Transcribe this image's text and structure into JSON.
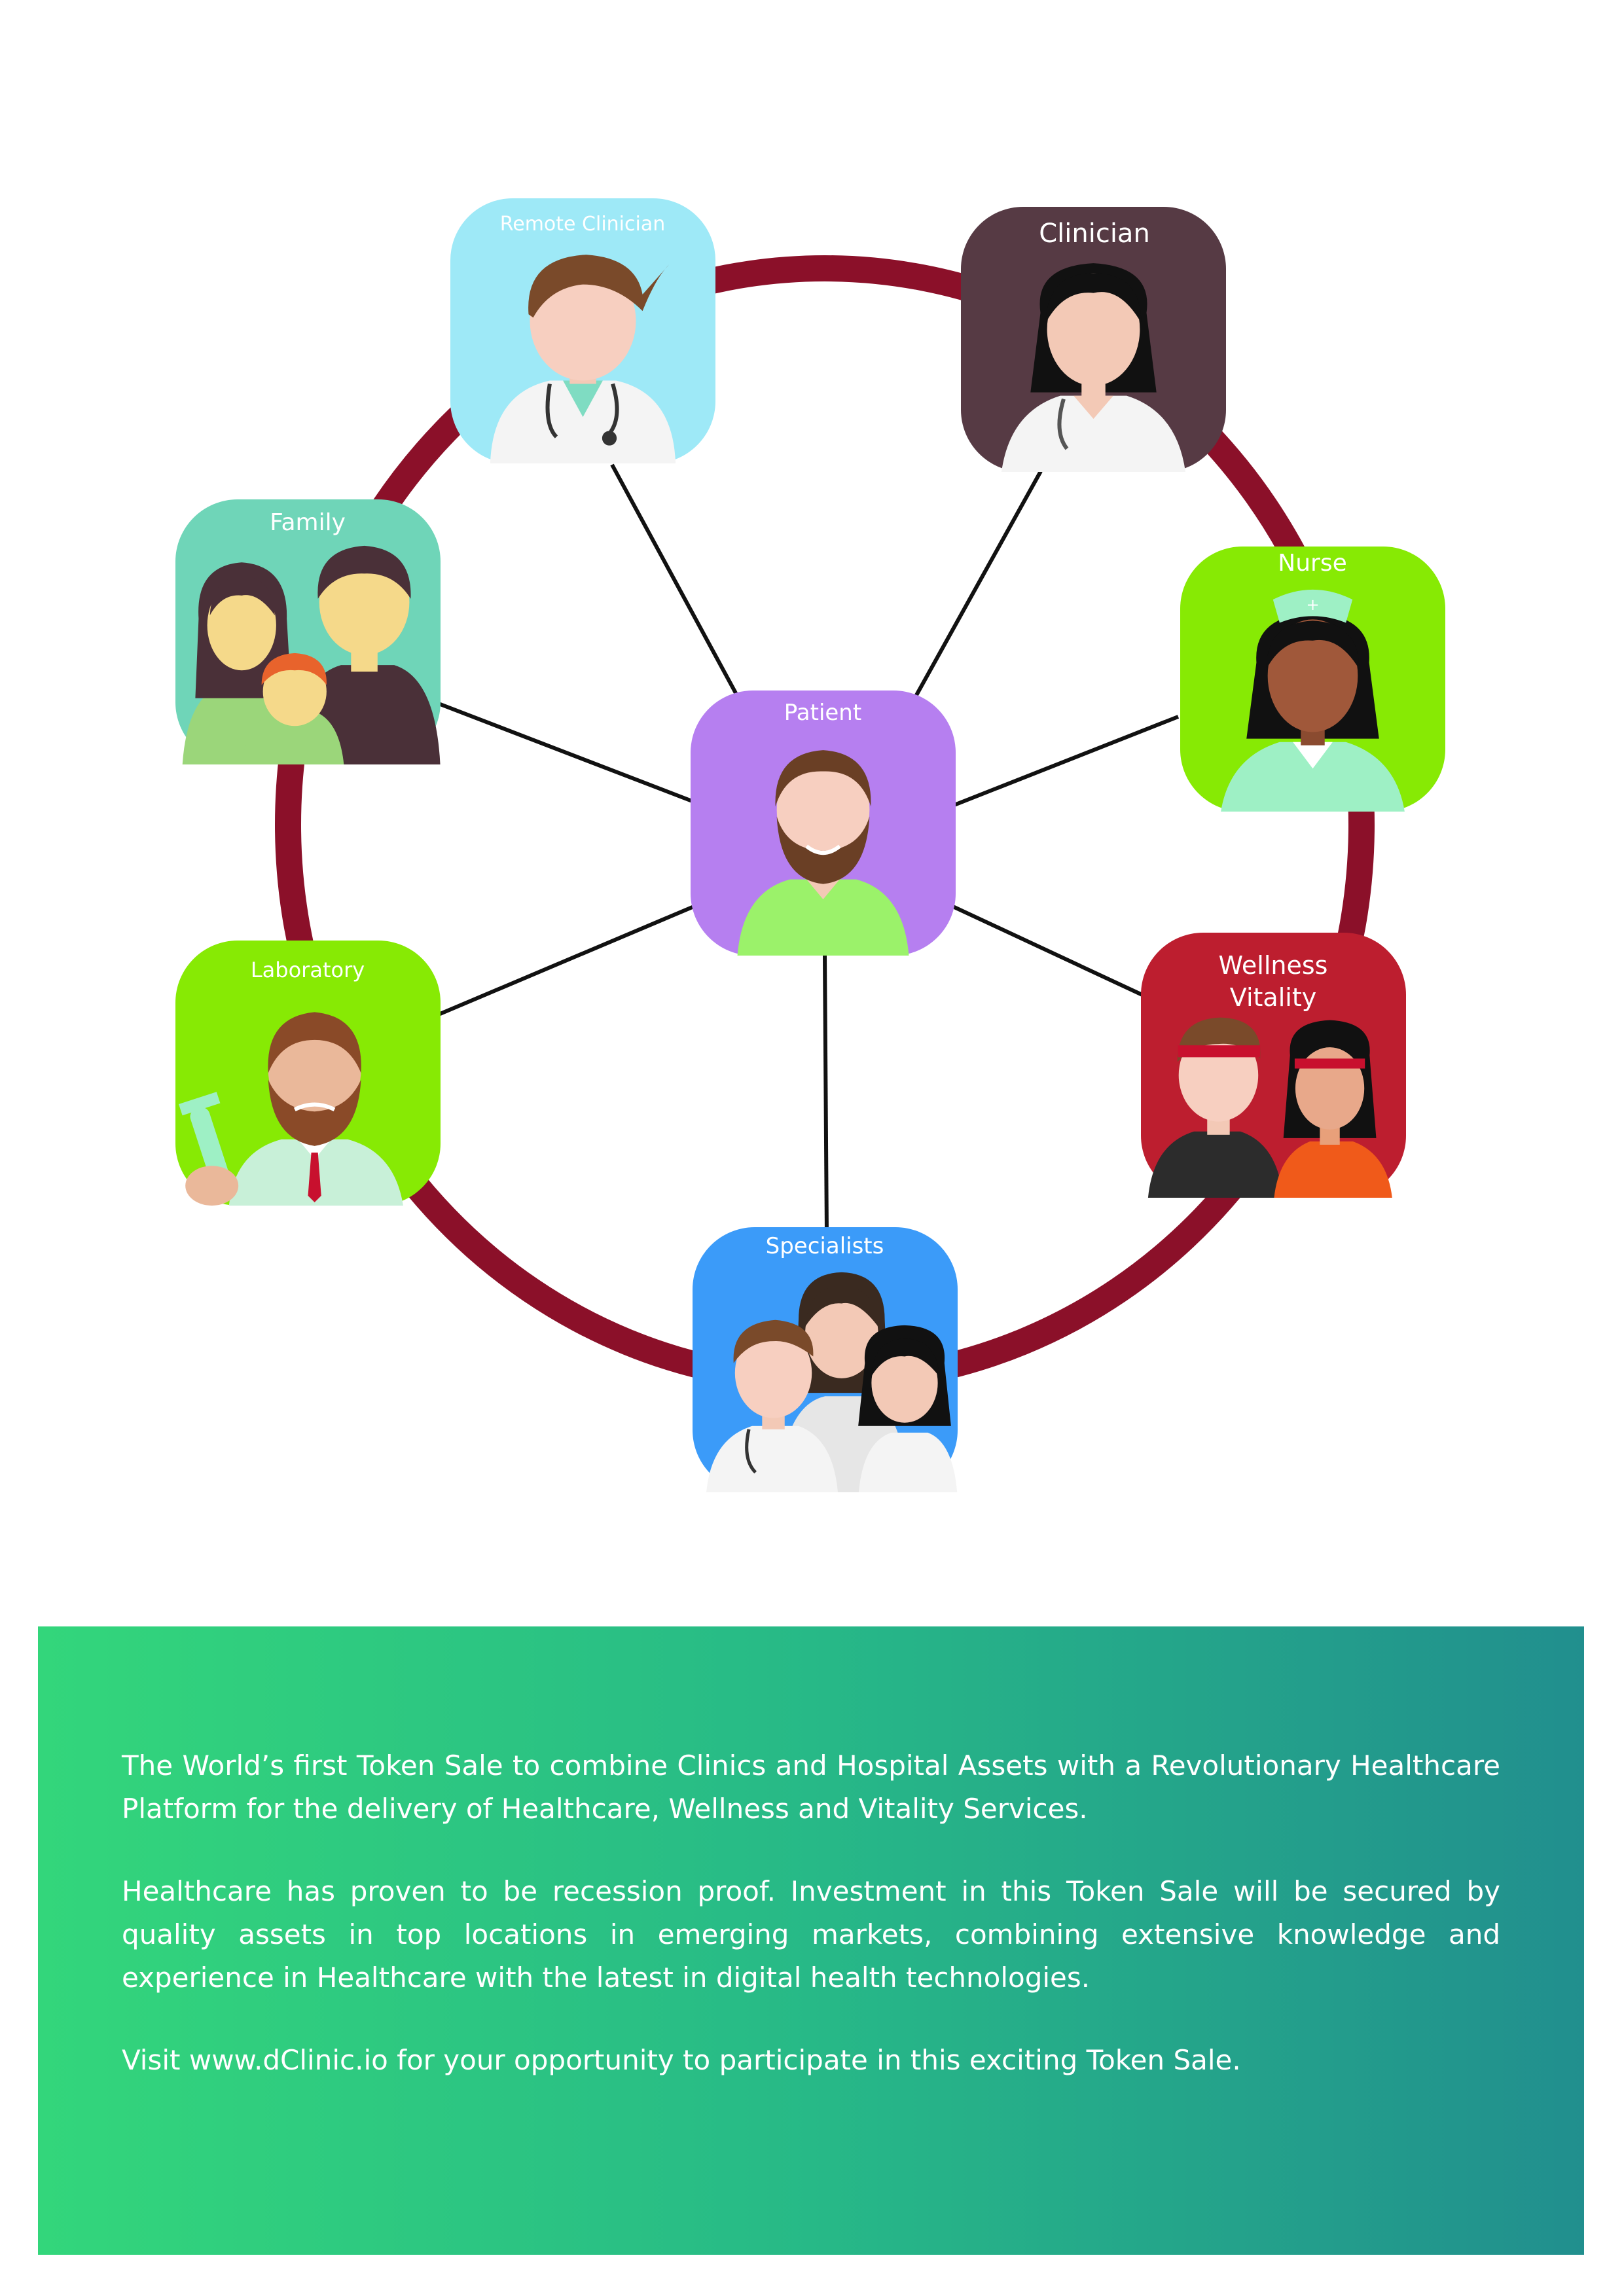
{
  "diagram": {
    "center": {
      "label": "Patient",
      "color": "#b67ff0"
    },
    "nodes": [
      {
        "label": "Remote Clinician",
        "color": "#9ee9f7"
      },
      {
        "label": "Clinician",
        "color": "#563a44"
      },
      {
        "label": "Nurse",
        "color": "#87ea04"
      },
      {
        "label_line1": "Wellness",
        "label_line2": "Vitality",
        "color": "#bd1e2f"
      },
      {
        "label": "Specialists",
        "color": "#3b9bf9"
      },
      {
        "label": "Laboratory",
        "color": "#87ea04"
      },
      {
        "label": "Family",
        "color": "#6fd5b8"
      }
    ],
    "ring_color": "#8b1029"
  },
  "info": {
    "paragraphs": [
      "The World’s first Token Sale to combine Clinics and Hospital Assets with a Revolutionary Healthcare Platform for the delivery of Healthcare, Wellness and Vitality Services.",
      "Healthcare has proven to be recession proof. Investment in this Token Sale will be secured by quality assets in top locations in emerging markets, combining extensive knowledge and experience in Healthcare with the latest in digital health technologies.",
      "Visit www.dClinic.io for your opportunity to participate in this exciting Token Sale."
    ],
    "gradient": [
      "#33d67b",
      "#218f8e"
    ]
  }
}
